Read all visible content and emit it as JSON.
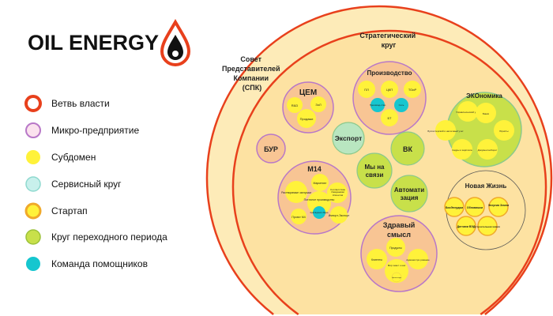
{
  "logo": {
    "text": "OIL ENERGY",
    "icon": "oil-drop-icon"
  },
  "legend": [
    {
      "label": "Ветвь власти",
      "icon": "branch-circle-icon"
    },
    {
      "label": "Микро-предприятие",
      "icon": "micro-enterprise-circle-icon"
    },
    {
      "label": "Субдомен",
      "icon": "subdomain-circle-icon"
    },
    {
      "label": "Сервисный круг",
      "icon": "service-circle-icon"
    },
    {
      "label": "Стартап",
      "icon": "startup-circle-icon"
    },
    {
      "label": "Круг переходного периода",
      "icon": "transition-circle-icon"
    },
    {
      "label": "Команда помощников",
      "icon": "helpers-team-circle-icon"
    }
  ],
  "council": {
    "l1": "Совет",
    "l2": "Представителей",
    "l3": "Компании",
    "l4": "(СПК)"
  },
  "strategic": {
    "l1": "Стратегический",
    "l2": "круг"
  },
  "cem": {
    "title": "ЦЕМ",
    "items": [
      "R&D",
      "ЗоЛ",
      "Продажи"
    ]
  },
  "production": {
    "title": "Производство",
    "items": [
      "ПЛ",
      "ЦКП",
      "ТОиР",
      "Производ-ство",
      "Сеть",
      "БТ"
    ]
  },
  "economy": {
    "title": "ЭКОномика",
    "items": [
      "Управленческий учет",
      "Банки",
      "Юристы",
      "Документооборот",
      "Кадры и зарплата",
      "Бухгалтерский и налоговый учет"
    ]
  },
  "bur": "БУР",
  "export": "Экспорт",
  "vk": "ВК",
  "svyaz": {
    "l1": "Мы на",
    "l2": "связи"
  },
  "m14": {
    "title": "М14",
    "items": [
      "Маркетинг",
      "Растворимые заглушки",
      "Соответствие Ожиданиям Клиентов",
      "Поточное производство",
      "Проект М4",
      "Импорт-Экспорт",
      "Край Единого Мира"
    ]
  },
  "auto": {
    "l1": "Автомати",
    "l2": "зация"
  },
  "newlife": {
    "title": "Новая Жизнь",
    "items": [
      "БиоЭнерджи",
      "Обновишки",
      "Энергия Земли",
      "Датчики ВЭД",
      "Строительная химия"
    ]
  },
  "health": {
    "l1": "Здравый",
    "l2": "смысл",
    "items": [
      "Продукты",
      "Клиенты",
      "Администри рование",
      "Мир знает о нас",
      "Нуклео-тиды"
    ]
  },
  "colors": {
    "branch": "#e8401c",
    "orange": "#f8c594",
    "purple": "#b878c8",
    "yellow": "#fff23a",
    "service": "#b9e6c0",
    "transition": "#c8e04a",
    "teal": "#16c6cf",
    "outer": "#fdebb8",
    "inner": "#fde2a2"
  }
}
